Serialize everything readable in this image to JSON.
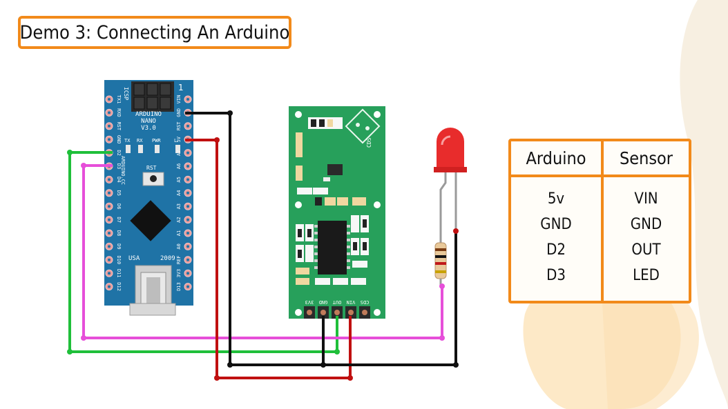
{
  "title": "Demo 3: Connecting An Arduino",
  "colors": {
    "accent": "#f28a1a",
    "board_blue": "#1f73a6",
    "sensor_green": "#27a05b",
    "wire_green": "#1fbf3a",
    "wire_magenta": "#e64fd9",
    "wire_red": "#c01010",
    "wire_black": "#111111",
    "led_red": "#e82c2c"
  },
  "arduino_board": {
    "name_lines": [
      "ARDUINO",
      "NANO",
      "V3.0"
    ],
    "brand": "ARDUINO.CC",
    "icsp_label": "ICSP",
    "pin1_label": "1",
    "rst_label": "RST",
    "led_labels": [
      "TX",
      "RX",
      "PWR",
      "L"
    ],
    "usa_label": "USA",
    "year_label": "2009",
    "left_pins": [
      "TX1",
      "RXD",
      "RST",
      "GND",
      "D2",
      "D3",
      "D4",
      "D5",
      "D6",
      "D7",
      "D8",
      "D9",
      "D10",
      "D11",
      "D12"
    ],
    "right_pins": [
      "VIN",
      "GND",
      "RST",
      "5V",
      "A7",
      "A6",
      "A5",
      "A4",
      "A3",
      "A2",
      "A1",
      "A0",
      "REF",
      "3V3",
      "D13"
    ]
  },
  "sensor_board": {
    "cds_label": "CDS",
    "pin_labels": [
      "3V3",
      "GND",
      "OUT",
      "VIN",
      "CDS"
    ]
  },
  "table": {
    "headers": [
      "Arduino",
      "Sensor"
    ],
    "rows": [
      [
        "5v",
        "VIN"
      ],
      [
        "GND",
        "GND"
      ],
      [
        "D2",
        "OUT"
      ],
      [
        "D3",
        "LED"
      ]
    ]
  }
}
